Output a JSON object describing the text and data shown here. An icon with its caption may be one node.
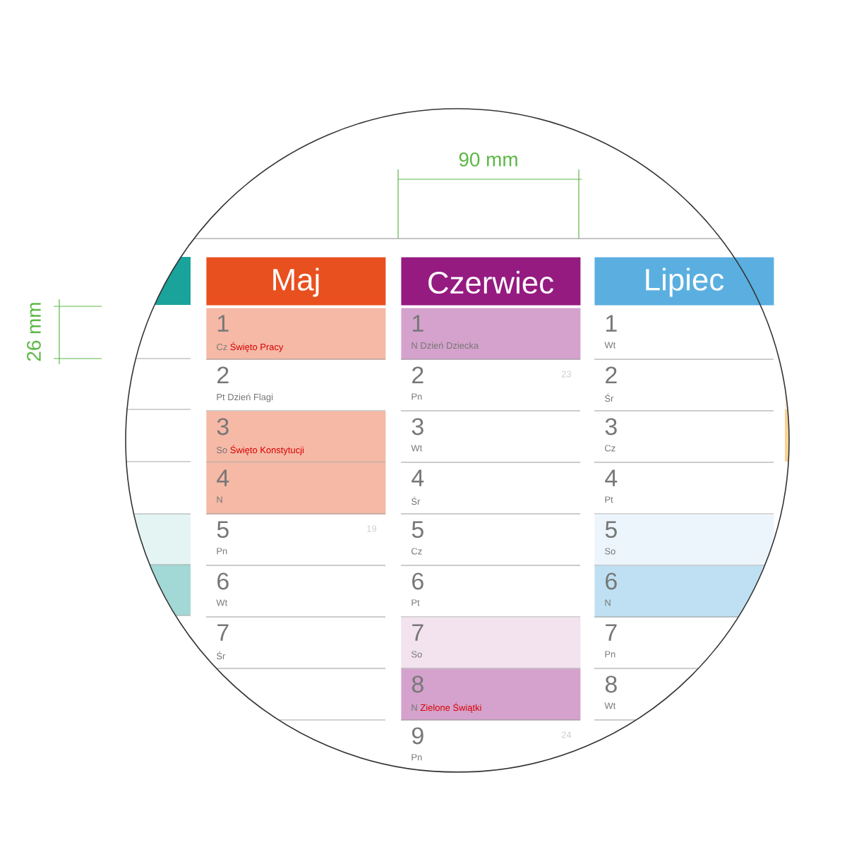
{
  "diagram": {
    "nodes": [
      {
        "text": [
          "Maj"
        ]
      },
      {
        "text": [
          "1",
          "Cz",
          "Święto Pracy"
        ]
      },
      {
        "text": [
          "2",
          "Pt",
          "Dzień Flagi"
        ]
      },
      {
        "text": [
          "3",
          "So",
          "Święto Konstytucji"
        ]
      },
      {
        "text": [
          "4",
          "N"
        ]
      },
      {
        "text": [
          "5",
          "Pn",
          "19"
        ]
      },
      {
        "text": [
          "6",
          "Wt"
        ]
      },
      {
        "text": [
          "7",
          "Śr"
        ]
      },
      {
        "text": [
          "Czerwiec"
        ]
      },
      {
        "text": [
          "1",
          "N",
          "Dzień Dziecka"
        ]
      },
      {
        "text": [
          "2",
          "Pn",
          "23"
        ]
      },
      {
        "text": [
          "3",
          "Wt"
        ]
      },
      {
        "text": [
          "4",
          "Śr"
        ]
      },
      {
        "text": [
          "5",
          "Cz"
        ]
      },
      {
        "text": [
          "6",
          "Pt"
        ]
      },
      {
        "text": [
          "7",
          "So"
        ]
      },
      {
        "text": [
          "8",
          "N",
          "Zielone Świątki"
        ]
      },
      {
        "text": [
          "9",
          "Pn",
          "24"
        ]
      },
      {
        "text": [
          "Lipiec"
        ]
      },
      {
        "text": [
          "1",
          "Wt"
        ]
      },
      {
        "text": [
          "2",
          "Śr"
        ]
      },
      {
        "text": [
          "3",
          "Cz"
        ]
      },
      {
        "text": [
          "4",
          "Pt"
        ]
      },
      {
        "text": [
          "5",
          "So"
        ]
      },
      {
        "text": [
          "6",
          "N"
        ]
      },
      {
        "text": [
          "7",
          "Pn"
        ]
      },
      {
        "text": [
          "8",
          "Wt"
        ]
      }
    ],
    "labels": [
      "90 mm",
      "26 mm"
    ]
  }
}
